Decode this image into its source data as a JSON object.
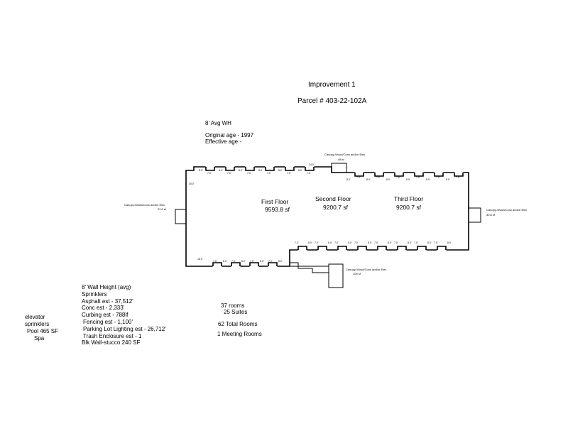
{
  "header": {
    "title": "Improvement 1",
    "parcel": "Parcel # 403-22-102A"
  },
  "notes_top": {
    "wall_height": "8' Avg WH",
    "original_age": "Original age - 1997",
    "effective_age": "Effective age -"
  },
  "floors": [
    {
      "name": "First Floor",
      "area": "9593.8 sf"
    },
    {
      "name": "Second Floor",
      "area": "9200.7 sf"
    },
    {
      "name": "Third Floor",
      "area": "9200.7 sf"
    }
  ],
  "canopies": [
    {
      "label": "Canopy-Wood/Conc and/or Elec",
      "area": "48 sf"
    },
    {
      "label": "Canopy-Wood/Conc and/or Elec",
      "area": "30.8 sf"
    },
    {
      "label": "Canopy-Wood/Conc and/or Elec",
      "area": "22.8 sf"
    },
    {
      "label": "Canopy-Wood/Conc and/or Elec",
      "area": "109 sf"
    }
  ],
  "dimension_labels": {
    "wall": "8.0'",
    "bump": "7.0'",
    "long_top": "24.0'",
    "left_side": "30.0'",
    "bottom": "18.0'"
  },
  "site_features": [
    "8' Wall Height (avg)",
    "Sprinklers",
    "Asphalt est - 37,512'",
    "Conc est - 2,333'",
    "Curbing est - 788lf",
    "Fencing est - 1,100'",
    "Parking Lot Lighting est - 26,712'",
    "Trash Enclosure est - 1",
    "Blk Wall-stucco 240 SF"
  ],
  "amenities": [
    "elevator",
    "sprinklers",
    "Pool 465 SF",
    "Spa"
  ],
  "rooms": {
    "rooms": "37 rooms",
    "suites": "25 Suites",
    "total": "62 Total Rooms",
    "meeting": "1 Meeting Rooms"
  }
}
